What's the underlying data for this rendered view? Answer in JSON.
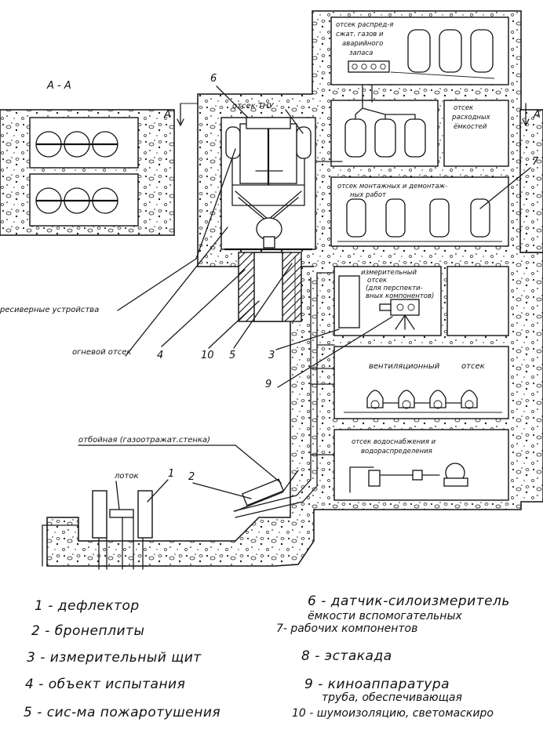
{
  "section_label": "А - А",
  "section_marks": [
    "A",
    "A"
  ],
  "rooms": {
    "gas_distribution": [
      "отсек распред-я",
      "сжат. газов и",
      "аварийного",
      "запаса"
    ],
    "expendable_tanks": [
      "отсек",
      "расходных",
      "ёмкостей"
    ],
    "assembly": [
      "отсек монтажных и демонтаж-",
      "ных работ"
    ],
    "measuring": [
      "измерительный",
      "отсек",
      "(для перспекти-",
      "вных компонентов)"
    ],
    "ventilation": [
      "вентиляционный",
      "отсек"
    ],
    "water": [
      "отсек водоснабжения и",
      "водораспределения"
    ]
  },
  "labels": {
    "thu_room": "отсек ТНУ",
    "receivers": "ресиверные устройства",
    "fire_room": "огневой отсек",
    "deflector_wall": "отбойная (газоотражат.стенка)",
    "tray": "лоток"
  },
  "callouts": {
    "n1": "1",
    "n2": "2",
    "n3": "3",
    "n4": "4",
    "n5": "5",
    "n6": "6",
    "n7": "7",
    "n9": "9",
    "n10": "10"
  },
  "legend": {
    "l1": "1 - дефлектор",
    "l2": "2 - бронеплиты",
    "l3": "3 - измерительный щит",
    "l4": "4 - объект испытания",
    "l5": "5 - сис-ма пожаротушения",
    "l6": "6 - датчик-силоизмеритель",
    "l7a": "ёмкости вспомогательных",
    "l7b": "7-  рабочих компонентов",
    "l8": "8 - эстакада",
    "l9a": "9 - киноаппаратура",
    "l9b": "труба, обеспечивающая",
    "l10": "10 - шумоизоляцию, светомаскиро"
  }
}
